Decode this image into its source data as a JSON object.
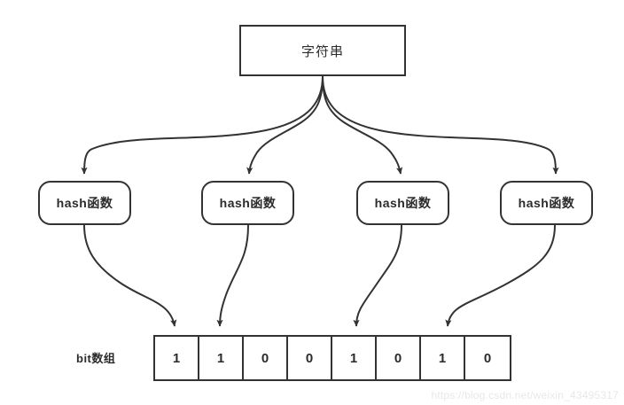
{
  "diagram": {
    "title_node": {
      "label": "字符串"
    },
    "hash_nodes": [
      {
        "label": "hash函数"
      },
      {
        "label": "hash函数"
      },
      {
        "label": "hash函数"
      },
      {
        "label": "hash函数"
      }
    ],
    "bit_array": {
      "label": "bit数组",
      "cells": [
        "1",
        "1",
        "0",
        "0",
        "1",
        "0",
        "1",
        "0"
      ],
      "set_indices": [
        0,
        1,
        4,
        6
      ]
    },
    "colors": {
      "stroke": "#333333",
      "fill": "#ffffff",
      "text": "#2b2b2b",
      "watermark": "#e6e8ea"
    },
    "watermark": "https://blog.csdn.net/weixin_43495317"
  }
}
